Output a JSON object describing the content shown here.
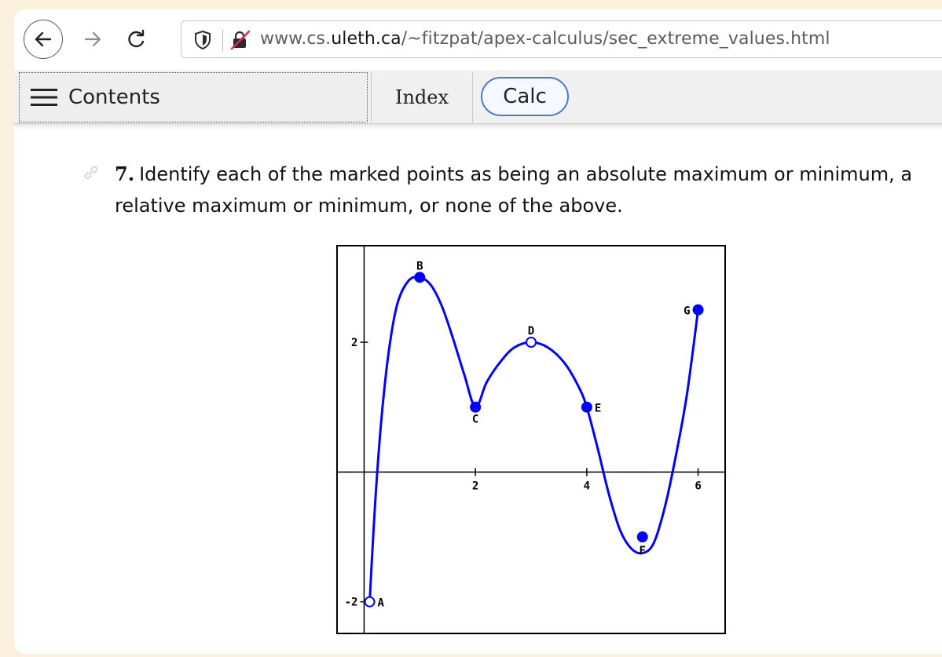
{
  "browser": {
    "url_prefix": "www.cs.",
    "url_host": "uleth.ca",
    "url_path": "/~fitzpat/apex-calculus/sec_extreme_values.html"
  },
  "sitenav": {
    "contents_label": "Contents",
    "index_label": "Index",
    "calc_label": "Calc"
  },
  "question": {
    "number": "7.",
    "text": "Identify each of the marked points as being an absolute maximum or minimum, a relative maximum or minimum, or none of the above."
  },
  "colors": {
    "curve": "#0000ff",
    "accent": "#4a79c9"
  },
  "chart_data": {
    "type": "line",
    "xlim": [
      -0.5,
      6.5
    ],
    "ylim": [
      -2.5,
      3.5
    ],
    "x_ticks": [
      {
        "value": 2,
        "label": "2"
      },
      {
        "value": 4,
        "label": "4"
      },
      {
        "value": 6,
        "label": "6"
      }
    ],
    "y_ticks": [
      {
        "value": 2,
        "label": "2"
      },
      {
        "value": -2,
        "label": "-2"
      }
    ],
    "curve": [
      [
        0.1,
        -2
      ],
      [
        0.15,
        -1.2
      ],
      [
        0.22,
        -0.2
      ],
      [
        0.32,
        0.9
      ],
      [
        0.45,
        1.9
      ],
      [
        0.6,
        2.6
      ],
      [
        0.8,
        2.95
      ],
      [
        1,
        3
      ],
      [
        1.2,
        2.88
      ],
      [
        1.4,
        2.55
      ],
      [
        1.6,
        2.05
      ],
      [
        1.8,
        1.5
      ],
      [
        2,
        1
      ],
      [
        2.2,
        1.38
      ],
      [
        2.45,
        1.7
      ],
      [
        2.7,
        1.92
      ],
      [
        3,
        2
      ],
      [
        3.3,
        1.92
      ],
      [
        3.6,
        1.68
      ],
      [
        3.85,
        1.32
      ],
      [
        4,
        1
      ],
      [
        4.2,
        0.35
      ],
      [
        4.4,
        -0.35
      ],
      [
        4.6,
        -0.9
      ],
      [
        4.8,
        -1.18
      ],
      [
        5,
        -1.25
      ],
      [
        5.2,
        -1.1
      ],
      [
        5.4,
        -0.55
      ],
      [
        5.6,
        0.25
      ],
      [
        5.8,
        1.2
      ],
      [
        6,
        2.5
      ]
    ],
    "points": [
      {
        "label": "A",
        "x": 0.1,
        "y": -2,
        "open": true
      },
      {
        "label": "B",
        "x": 1,
        "y": 3,
        "open": false
      },
      {
        "label": "C",
        "x": 2,
        "y": 1,
        "open": false
      },
      {
        "label": "D",
        "x": 3,
        "y": 2,
        "open": true
      },
      {
        "label": "E",
        "x": 4,
        "y": 1,
        "open": false
      },
      {
        "label": "F",
        "x": 5,
        "y": -1,
        "open": false
      },
      {
        "label": "G",
        "x": 6,
        "y": 2.5,
        "open": false
      }
    ],
    "grid": false
  }
}
